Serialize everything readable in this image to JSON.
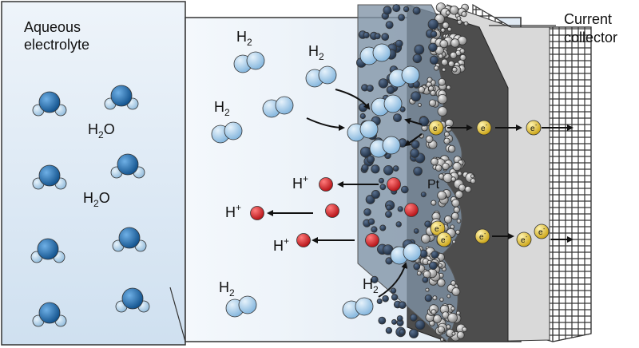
{
  "labels": {
    "aqueous_line1": "Aqueous",
    "aqueous_line2": "electrolyte",
    "collector_line1": "Current",
    "collector_line2": "collector",
    "pt": "Pt",
    "water": {
      "main": "H",
      "sub": "2",
      "tail": "O"
    },
    "hydrogen": {
      "main": "H",
      "sub": "2"
    },
    "proton": {
      "main": "H",
      "sup": "+"
    },
    "electron": {
      "main": "e",
      "sup": "-"
    }
  },
  "colors": {
    "electrolyte_bg": "#dce9f5",
    "catalyst_layer": "#8a9bab",
    "carbon_dot": "#2a3d55",
    "membrane_dark": "#4d4d4d",
    "gdl_light": "#d9d9d9",
    "proton_red": "#d7141a",
    "electron_yellow": "#e8c62f",
    "water_blue": "#1f6fb5",
    "h2_blue": "#9cc6e6"
  }
}
